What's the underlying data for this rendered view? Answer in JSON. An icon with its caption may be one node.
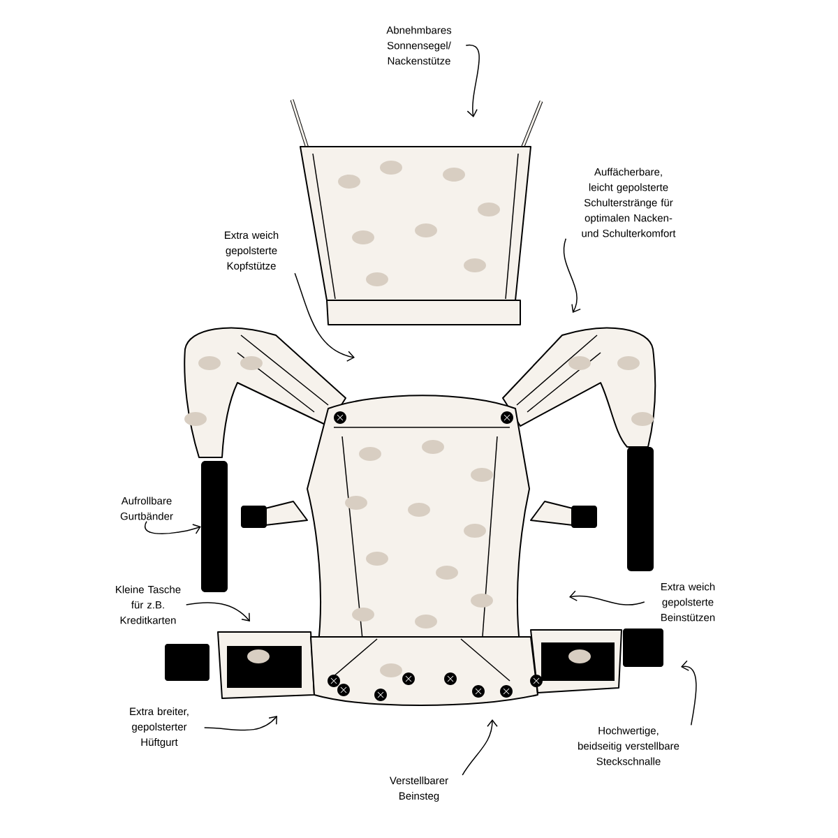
{
  "diagram": {
    "nodes": [
      {
        "text": [
          "Abnehmbares Sonnensegel/ Nackenstütze"
        ]
      },
      {
        "text": [
          "Auffächerbare, leicht gepolsterte Schulterstränge für optimalen Nacken- und Schulterkomfort"
        ]
      },
      {
        "text": [
          "Extra weich gepolsterte Kopfstütze"
        ]
      },
      {
        "text": [
          "Aufrollbare Gurtbänder"
        ]
      },
      {
        "text": [
          "Kleine Tasche für z.B. Kreditkarten"
        ]
      },
      {
        "text": [
          "Extra weich gepolsterte Beinstützen"
        ]
      },
      {
        "text": [
          "Extra breiter, gepolsterter Hüftgurt"
        ]
      },
      {
        "text": [
          "Verstellbarer Beinsteg"
        ]
      },
      {
        "text": [
          "Hochwertige, beidseitig verstellbare Steckschnalle"
        ]
      },
      {
        "text": [],
        "shape": "bar"
      }
    ],
    "edges": [
      {
        "from": 0,
        "to": null,
        "arrow": "to"
      },
      {
        "from": 1,
        "to": null,
        "arrow": "to"
      },
      {
        "from": 2,
        "to": null,
        "arrow": "to"
      },
      {
        "from": 3,
        "to": 9,
        "arrow": "to"
      },
      {
        "from": 4,
        "to": null,
        "arrow": "to"
      },
      {
        "from": 5,
        "to": null,
        "arrow": "to"
      },
      {
        "from": 6,
        "to": null,
        "arrow": "to"
      },
      {
        "from": 7,
        "to": null,
        "arrow": "to"
      },
      {
        "from": 8,
        "to": null,
        "arrow": "to"
      }
    ]
  }
}
